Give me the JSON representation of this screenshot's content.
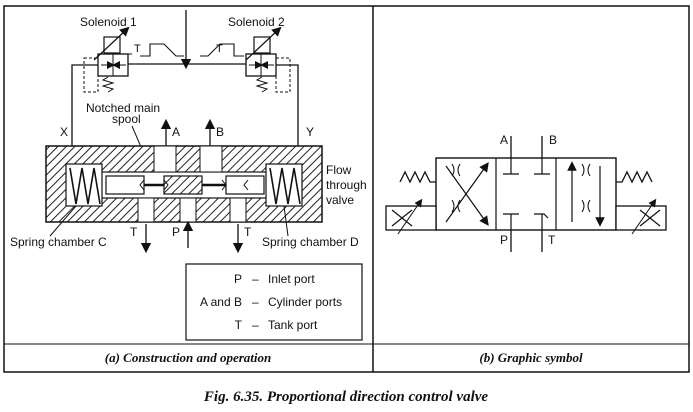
{
  "figure": {
    "caption": "Fig. 6.35. Proportional direction control valve"
  },
  "panel_a": {
    "caption": "(a) Construction and operation",
    "labels": {
      "solenoid1": "Solenoid 1",
      "solenoid2": "Solenoid 2",
      "notched_line1": "Notched main",
      "notched_line2": "spool",
      "port_x": "X",
      "port_y": "Y",
      "port_a": "A",
      "port_b": "B",
      "port_p": "P",
      "port_t_left": "T",
      "port_t_right": "T",
      "t_left_solenoid": "T",
      "t_right_solenoid": "T",
      "flow_line1": "Flow",
      "flow_line2": "through",
      "flow_line3": "valve",
      "spring_c": "Spring chamber C",
      "spring_d": "Spring chamber D"
    },
    "legend": [
      {
        "symbol": "P",
        "dash": "–",
        "desc": "Inlet port"
      },
      {
        "symbol": "A and B",
        "dash": "–",
        "desc": "Cylinder ports"
      },
      {
        "symbol": "T",
        "dash": "–",
        "desc": "Tank port"
      }
    ]
  },
  "panel_b": {
    "caption": "(b) Graphic symbol",
    "labels": {
      "port_a": "A",
      "port_b": "B",
      "port_p": "P",
      "port_t": "T"
    }
  }
}
